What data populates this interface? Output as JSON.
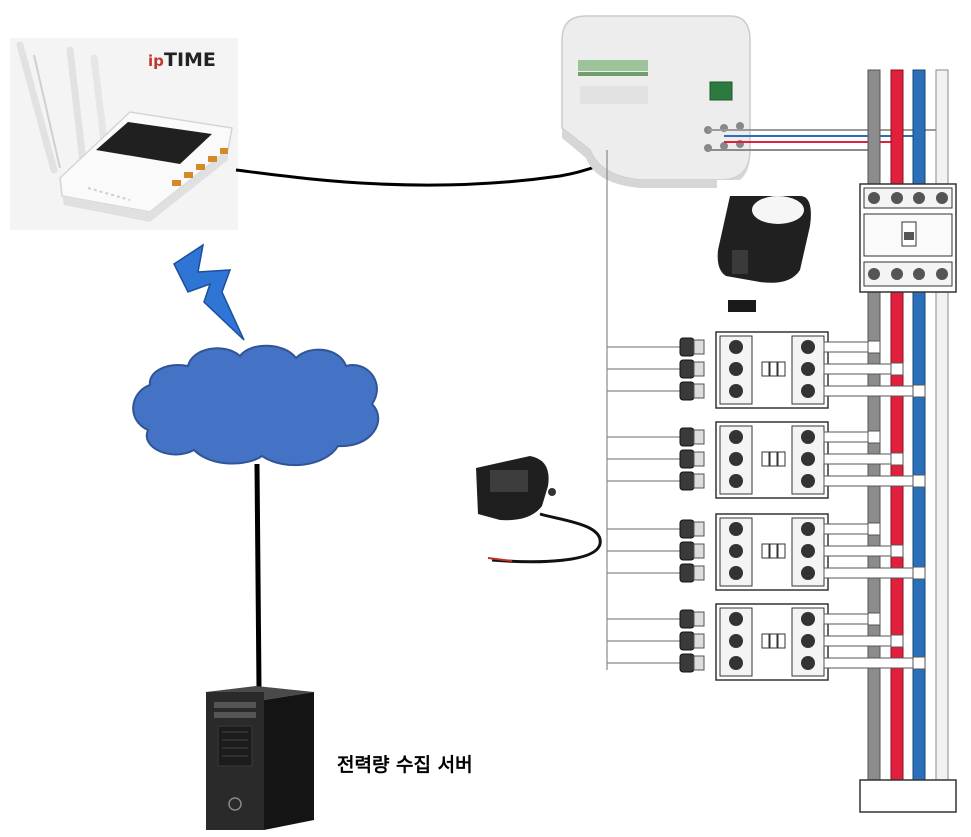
{
  "router": {
    "brand_prefix": "ip",
    "brand_name": "TIME"
  },
  "server": {
    "label": "전력량 수집 서버"
  },
  "colors": {
    "cloud": "#4472c4",
    "lightning": "#2e75d6",
    "wire_gray": "#8c8c8c",
    "wire_red": "#e0203c",
    "wire_blue": "#2a6fb8",
    "wire_white": "#f2f2f2"
  },
  "icons": [
    "wifi-router-icon",
    "lightning-icon",
    "cloud-icon",
    "server-tower-icon",
    "energy-meter-icon",
    "ct-clamp-sensor-icon",
    "circuit-breaker-icon"
  ]
}
